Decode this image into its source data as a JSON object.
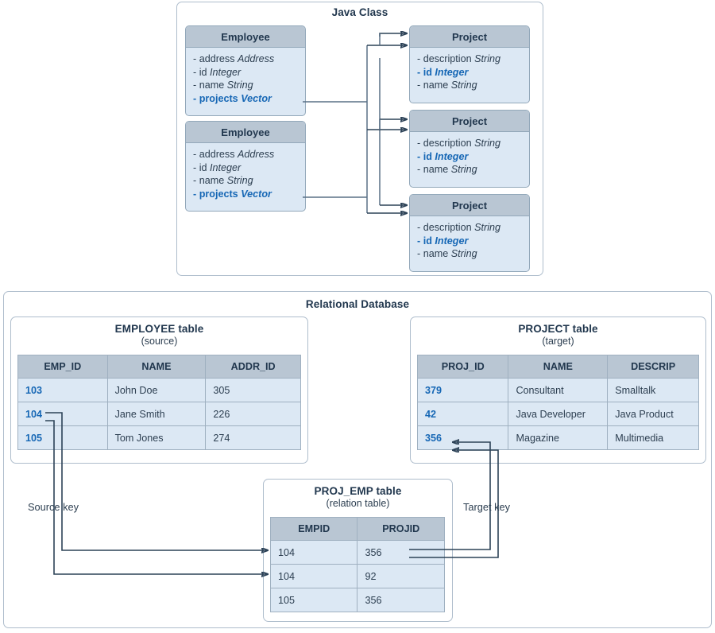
{
  "java_section": {
    "title": "Java Class",
    "employee_classes": [
      {
        "name": "Employee",
        "attributes": [
          {
            "text": "- address ",
            "type": "Address",
            "key": false
          },
          {
            "text": "- id ",
            "type": "Integer",
            "key": false
          },
          {
            "text": "- name ",
            "type": "String",
            "key": false
          },
          {
            "text": "- projects ",
            "type": "Vector",
            "key": true
          }
        ]
      },
      {
        "name": "Employee",
        "attributes": [
          {
            "text": "- address ",
            "type": "Address",
            "key": false
          },
          {
            "text": "- id ",
            "type": "Integer",
            "key": false
          },
          {
            "text": "- name ",
            "type": "String",
            "key": false
          },
          {
            "text": "- projects ",
            "type": "Vector",
            "key": true
          }
        ]
      }
    ],
    "project_classes": [
      {
        "name": "Project",
        "attributes": [
          {
            "text": "- description ",
            "type": "String",
            "key": false
          },
          {
            "text": "- id ",
            "type": "Integer",
            "key": true
          },
          {
            "text": "- name ",
            "type": "String",
            "key": false
          }
        ]
      },
      {
        "name": "Project",
        "attributes": [
          {
            "text": "- description ",
            "type": "String",
            "key": false
          },
          {
            "text": "- id ",
            "type": "Integer",
            "key": true
          },
          {
            "text": "- name ",
            "type": "String",
            "key": false
          }
        ]
      },
      {
        "name": "Project",
        "attributes": [
          {
            "text": "- description ",
            "type": "String",
            "key": false
          },
          {
            "text": "- id ",
            "type": "Integer",
            "key": true
          },
          {
            "text": "- name ",
            "type": "String",
            "key": false
          }
        ]
      }
    ]
  },
  "db_section": {
    "title": "Relational Database",
    "employee_table": {
      "title": "EMPLOYEE table",
      "subtitle": "(source)",
      "columns": [
        "EMP_ID",
        "NAME",
        "ADDR_ID"
      ],
      "rows": [
        [
          "103",
          "John Doe",
          "305"
        ],
        [
          "104",
          "Jane Smith",
          "226"
        ],
        [
          "105",
          "Tom Jones",
          "274"
        ]
      ]
    },
    "project_table": {
      "title": "PROJECT table",
      "subtitle": "(target)",
      "columns": [
        "PROJ_ID",
        "NAME",
        "DESCRIP"
      ],
      "rows": [
        [
          "379",
          "Consultant",
          "Smalltalk"
        ],
        [
          "42",
          "Java Developer",
          "Java Product"
        ],
        [
          "356",
          "Magazine",
          "Multimedia"
        ]
      ]
    },
    "relation_table": {
      "title": "PROJ_EMP table",
      "subtitle": "(relation table)",
      "columns": [
        "EMPID",
        "PROJID"
      ],
      "rows": [
        [
          "104",
          "356"
        ],
        [
          "104",
          "92"
        ],
        [
          "105",
          "356"
        ]
      ]
    },
    "source_key_label": "Source key",
    "target_key_label": "Target key"
  },
  "colors": {
    "panel_border": "#aebdcc",
    "box_border": "#93a8ba",
    "header_fill": "#b9c6d3",
    "cell_fill": "#dce8f4",
    "key_text": "#1667b5",
    "body_text": "#2c3e50",
    "connector": "#2c4257"
  }
}
